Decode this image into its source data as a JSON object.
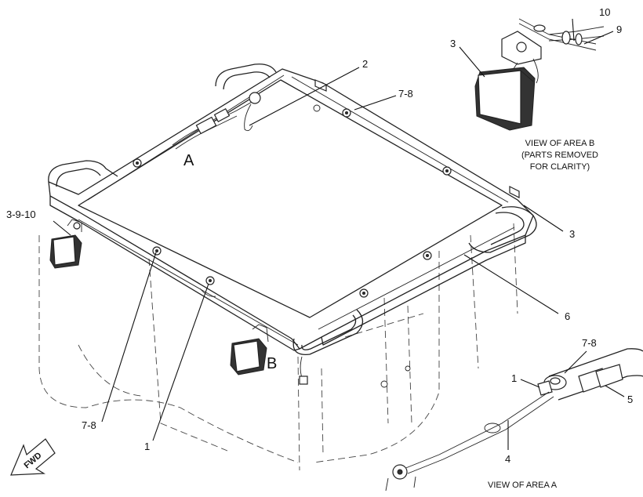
{
  "callouts": {
    "c2": "2",
    "c78_top": "7-8",
    "c3_right": "3",
    "c6": "6",
    "c3910": "3-9-10",
    "c78_bottom": "7-8",
    "c1_bottom": "1",
    "areaA": "A",
    "areaB": "B"
  },
  "view_b": {
    "c10": "10",
    "c9": "9",
    "c3": "3",
    "caption_lines": [
      "VIEW OF AREA  B",
      "(PARTS REMOVED",
      "FOR CLARITY)"
    ]
  },
  "view_a": {
    "c78": "7-8",
    "c1": "1",
    "c5": "5",
    "c4": "4",
    "caption": "VIEW OF AREA  A"
  },
  "fwd": {
    "label": "FWD",
    "icon": "arrow-left-icon"
  }
}
